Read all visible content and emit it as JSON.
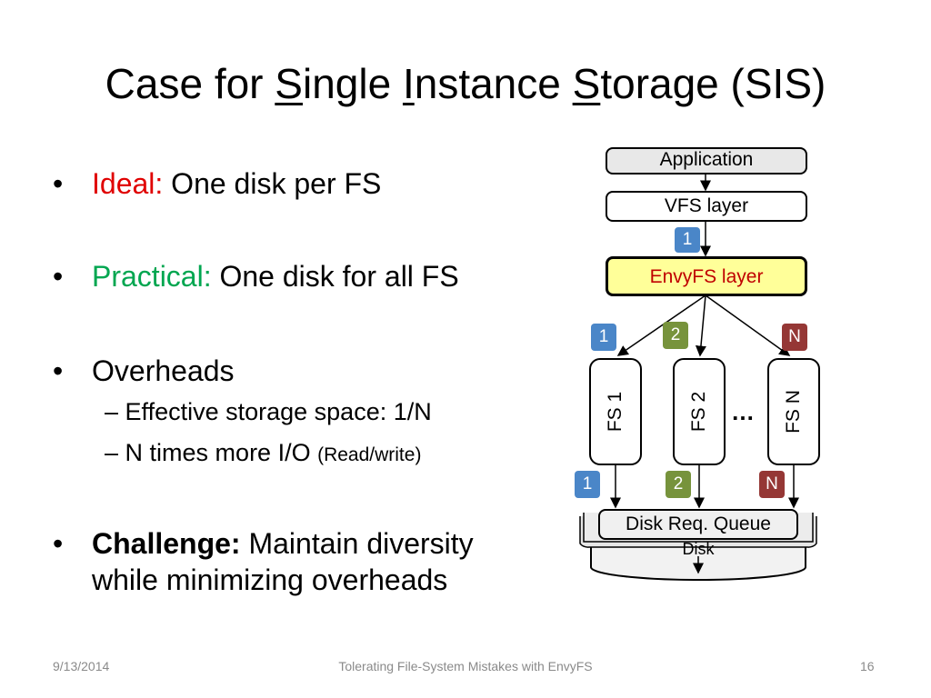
{
  "title": {
    "part1": "Case for ",
    "s1": "S",
    "part2": "ingle ",
    "i1": "I",
    "part3": "nstance ",
    "s2": "S",
    "part4": "torage (SIS)"
  },
  "bullets": {
    "ideal_label": "Ideal:",
    "ideal_text": " One disk per FS",
    "practical_label": "Practical:",
    "practical_text": " One disk for all FS",
    "overheads": "Overheads",
    "sub1": "Effective storage space: 1/N",
    "sub2_main": "N times more I/O ",
    "sub2_small": "(Read/write)",
    "challenge_label": "Challenge:",
    "challenge_text": " Maintain diversity",
    "challenge_line2": "while minimizing overheads",
    "bullet_char": "•",
    "dash_char": "–"
  },
  "diagram": {
    "application": "Application",
    "vfs": "VFS layer",
    "envyfs": "EnvyFS layer",
    "fs1": "FS 1",
    "fs2": "FS 2",
    "fsn": "FS N",
    "ellipsis": "…",
    "queue": "Disk Req. Queue",
    "disk": "Disk",
    "badge_1": "1",
    "badge_2": "2",
    "badge_n": "N"
  },
  "colors": {
    "ideal": "#e00000",
    "practical": "#00a650",
    "badge_blue": "#4a86c8",
    "badge_green": "#77933c",
    "badge_red": "#953735",
    "envyfs_fill": "#ffff99",
    "envyfs_text": "#c00000"
  },
  "footer": {
    "date": "9/13/2014",
    "center": "Tolerating File-System Mistakes with EnvyFS",
    "page": "16"
  }
}
